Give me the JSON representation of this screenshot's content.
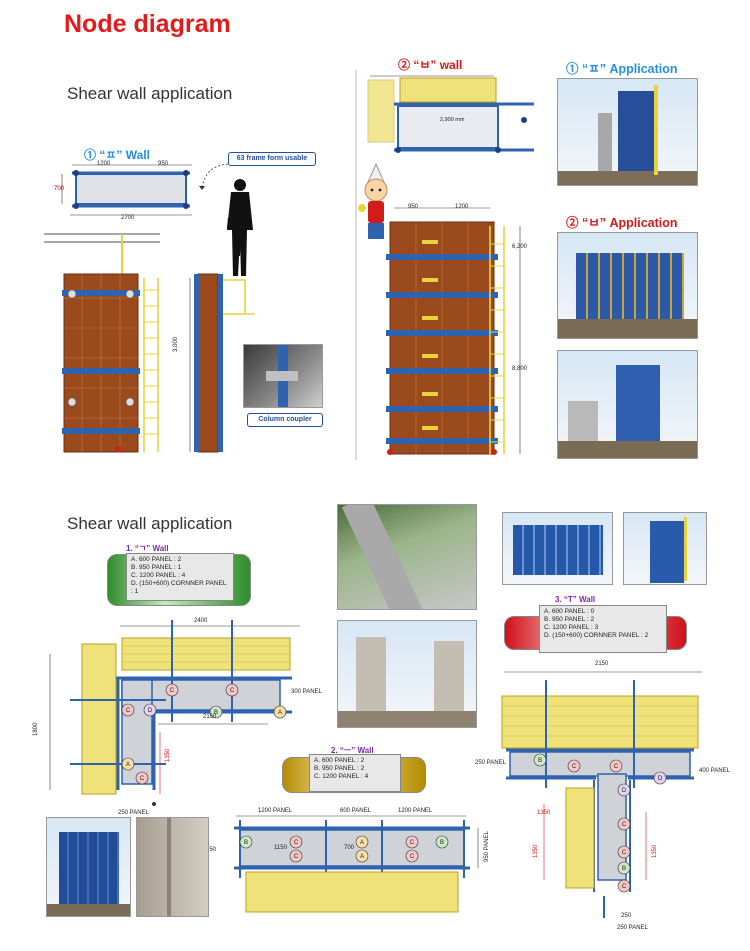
{
  "page_title": "Node diagram",
  "top": {
    "section_title": "Shear wall application",
    "wall1": {
      "label": "① “ㅍ” Wall",
      "dim_a": "1200",
      "dim_b": "950",
      "dim_total": "2700",
      "dim_side": "700",
      "height": "3,000"
    },
    "frame_callout": "63 frame form usable",
    "coupler_callout": "Column coupler",
    "wall2": {
      "label": "② “ㅂ” wall",
      "plan_dim": "2,900 mm",
      "dim_a": "950",
      "dim_b": "1200",
      "h1": "6,200",
      "h2": "8,800"
    },
    "app1": "① “ㅍ” Application",
    "app2": "② “ㅂ” Application"
  },
  "bottom": {
    "section_title": "Shear wall application",
    "panel1": {
      "title": "1. “ㄱ” Wall",
      "lines": [
        "A. 600 PANEL : 2",
        "B. 950 PANEL : 1",
        "C. 1200 PANEL : 4",
        "D. (150+600) CORNNER PANEL : 1"
      ]
    },
    "panel2": {
      "title": "2. “ㅡ” Wall",
      "lines": [
        "A. 600 PANEL : 2",
        "B. 950 PANEL : 2",
        "C. 1200 PANEL : 4"
      ]
    },
    "panel3": {
      "title": "3. “T” Wall",
      "lines": [
        "A. 600 PANEL : 0",
        "B. 950 PANEL : 2",
        "C. 1200 PANEL : 3",
        "D. (150+600) CORNNER PANEL : 2"
      ]
    },
    "l_wall": {
      "d2400": "2400",
      "d2150": "2150",
      "d1800": "1800",
      "d1350": "1350",
      "d300": "300 PANEL",
      "d250": "250 PANEL"
    },
    "i_wall": {
      "p1200a": "1200 PANEL",
      "p600": "600 PANEL",
      "p1200b": "1200 PANEL",
      "d350": "350",
      "d1150": "1150",
      "d700": "700",
      "d950": "950 PANEL"
    },
    "t_wall": {
      "d2150": "2150",
      "d250": "250 PANEL",
      "d400": "400 PANEL",
      "d1350": "1350",
      "d1350b": "1350",
      "d1350c": "1350",
      "d250b": "250",
      "d250c": "250 PANEL"
    }
  },
  "colors": {
    "title": "#e21b1b",
    "blue": "#2a8ee0",
    "red": "#d21c1c",
    "form_brown": "#9a4a1c",
    "frame_blue": "#2f63b0",
    "scaffold_yellow": "#e7d43a"
  }
}
